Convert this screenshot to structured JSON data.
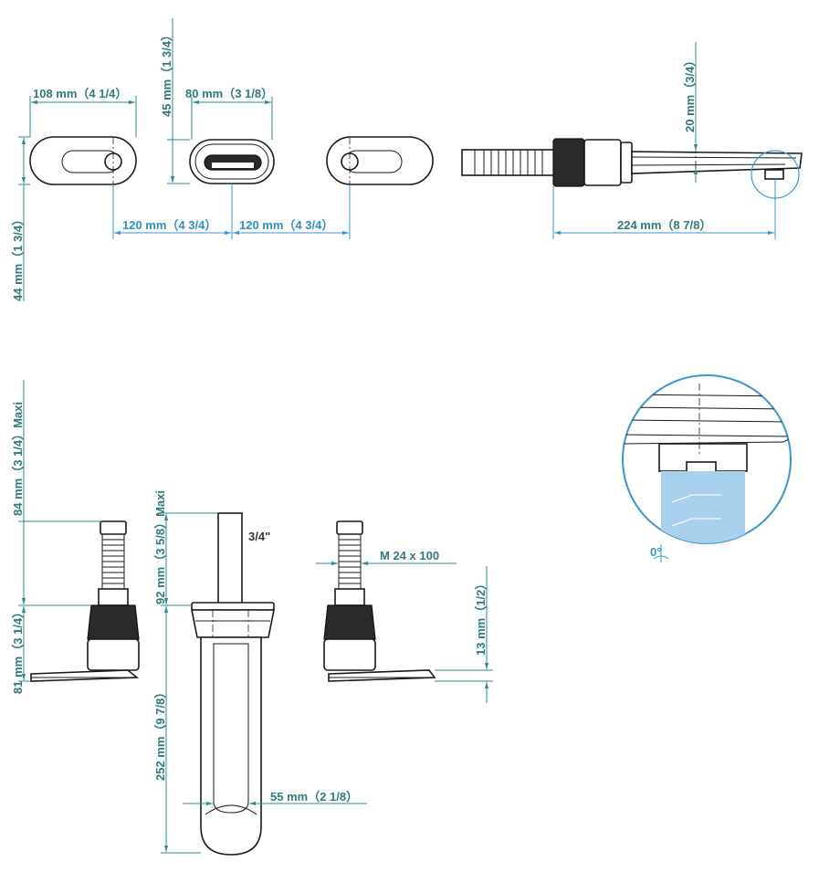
{
  "top_view": {
    "total_width": "108 mm（4 1/4）",
    "height": "44 mm（1 3/4）",
    "spout_height": "45 mm（1 3/4）",
    "spout_width": "80 mm（3 1/8）",
    "spacing_left": "120 mm（4 3/4）",
    "spacing_right": "120 mm（4 3/4）"
  },
  "side_view": {
    "length": "224 mm（8 7/8）",
    "height": "20 mm（3/4）"
  },
  "front_view": {
    "handle_height": "84 mm（3 1/4）Maxi",
    "base_height": "81 mm（3 1/4）",
    "spout_top": "92 mm（3 5/8）Maxi",
    "spout_height": "252 mm（9 7/8）",
    "spout_width": "55 mm（2 1/8）",
    "pipe_size": "3/4\"",
    "thread": "M  24  x 100",
    "deck_thickness": "13 mm（1/2）"
  },
  "detail": {
    "angle": "0°"
  },
  "colors": {
    "dimension_green": "#2f7b7b",
    "dimension_blue": "#2f8fc8",
    "detail_blue": "#a9d1ee"
  }
}
